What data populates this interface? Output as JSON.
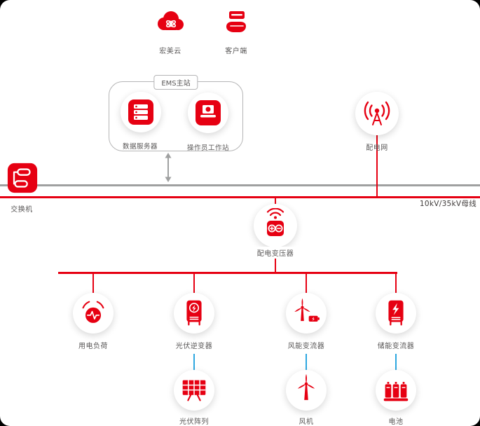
{
  "colors": {
    "red": "#e60012",
    "blue": "#2ea7e0",
    "gray_line": "#9fa0a0",
    "label_text": "#595757",
    "bus_label": "#3e3a39"
  },
  "nodes": {
    "cloud": {
      "label": "宏美云"
    },
    "client": {
      "label": "客户端"
    },
    "ems_box": {
      "label": "EMS主站"
    },
    "data_server": {
      "label": "数据服务器"
    },
    "operator_ws": {
      "label": "操作员工作站"
    },
    "switch": {
      "label": "交换机"
    },
    "grid": {
      "label": "配电网"
    },
    "bus": {
      "label": "10kV/35kV母线"
    },
    "transformer": {
      "label": "配电变压器"
    },
    "load": {
      "label": "用电负荷"
    },
    "pv_inverter": {
      "label": "光伏逆变器"
    },
    "wind_converter": {
      "label": "风能变流器"
    },
    "storage_converter": {
      "label": "储能变流器"
    },
    "pv_array": {
      "label": "光伏阵列"
    },
    "wind_turbine": {
      "label": "风机"
    },
    "battery": {
      "label": "电池"
    }
  }
}
